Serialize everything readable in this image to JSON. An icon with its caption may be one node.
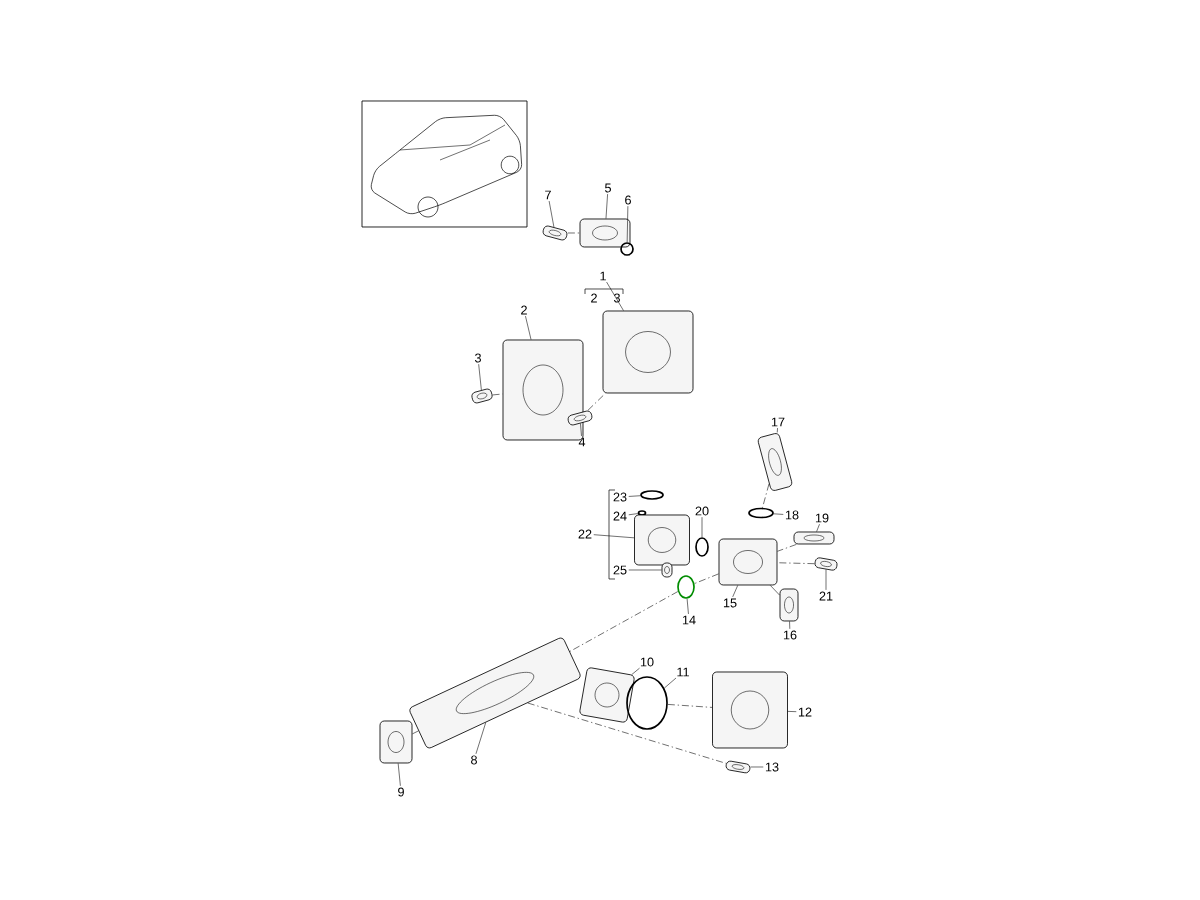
{
  "diagram": {
    "nodes": [
      {
        "text": [
          "7"
        ]
      },
      {
        "text": [],
        "shape": "picture"
      },
      {
        "text": [
          "5"
        ]
      },
      {
        "text": [],
        "shape": "picture"
      },
      {
        "text": [
          "6"
        ]
      },
      {
        "text": [],
        "shape": "circle"
      },
      {
        "text": [
          "1"
        ]
      },
      {
        "text": [],
        "shape": "picture"
      },
      {
        "text": [
          "2"
        ]
      },
      {
        "text": [],
        "shape": "picture"
      },
      {
        "text": [
          "3"
        ]
      },
      {
        "text": [],
        "shape": "picture"
      },
      {
        "text": [
          "4"
        ]
      },
      {
        "text": [],
        "shape": "picture"
      },
      {
        "text": [
          "17"
        ]
      },
      {
        "text": [],
        "shape": "picture"
      },
      {
        "text": [
          "23"
        ]
      },
      {
        "text": [],
        "shape": "circle"
      },
      {
        "text": [
          "24"
        ]
      },
      {
        "text": [],
        "shape": "circle"
      },
      {
        "text": [
          "22"
        ]
      },
      {
        "text": [],
        "shape": "picture"
      },
      {
        "text": [
          "20"
        ]
      },
      {
        "text": [],
        "shape": "circle"
      },
      {
        "text": [
          "18"
        ]
      },
      {
        "text": [],
        "shape": "circle"
      },
      {
        "text": [
          "19"
        ]
      },
      {
        "text": [],
        "shape": "picture"
      },
      {
        "text": [
          "25"
        ]
      },
      {
        "text": [],
        "shape": "picture"
      },
      {
        "text": [
          "21"
        ]
      },
      {
        "text": [],
        "shape": "picture"
      },
      {
        "text": [
          "14"
        ]
      },
      {
        "text": [],
        "shape": "circle"
      },
      {
        "text": [
          "15"
        ]
      },
      {
        "text": [],
        "shape": "picture"
      },
      {
        "text": [
          "16"
        ]
      },
      {
        "text": [],
        "shape": "picture"
      },
      {
        "text": [
          "10"
        ]
      },
      {
        "text": [],
        "shape": "picture"
      },
      {
        "text": [
          "11"
        ]
      },
      {
        "text": [],
        "shape": "circle"
      },
      {
        "text": [
          "12"
        ]
      },
      {
        "text": [],
        "shape": "picture"
      },
      {
        "text": [
          "13"
        ]
      },
      {
        "text": [],
        "shape": "picture"
      },
      {
        "text": [
          "8"
        ]
      },
      {
        "text": [],
        "shape": "picture"
      },
      {
        "text": [
          "9"
        ]
      },
      {
        "text": [],
        "shape": "picture"
      }
    ],
    "edges": [
      {
        "from": 0,
        "to": 1,
        "arrow": "none"
      },
      {
        "from": 2,
        "to": 3,
        "arrow": "none"
      },
      {
        "from": 4,
        "to": 5,
        "arrow": "none"
      },
      {
        "from": 6,
        "to": 7,
        "arrow": "none"
      },
      {
        "from": 8,
        "to": 9,
        "arrow": "none"
      },
      {
        "from": 10,
        "to": 11,
        "arrow": "none"
      },
      {
        "from": 12,
        "to": 13,
        "arrow": "none"
      },
      {
        "from": 14,
        "to": 15,
        "arrow": "none"
      },
      {
        "from": 16,
        "to": 17,
        "arrow": "none"
      },
      {
        "from": 18,
        "to": 19,
        "arrow": "none"
      },
      {
        "from": 20,
        "to": 21,
        "arrow": "none"
      },
      {
        "from": 22,
        "to": 23,
        "arrow": "none"
      },
      {
        "from": 24,
        "to": 25,
        "arrow": "none"
      },
      {
        "from": 26,
        "to": 27,
        "arrow": "none"
      },
      {
        "from": 28,
        "to": 29,
        "arrow": "none"
      },
      {
        "from": 30,
        "to": 31,
        "arrow": "none"
      },
      {
        "from": 32,
        "to": 33,
        "arrow": "none"
      },
      {
        "from": 34,
        "to": 35,
        "arrow": "none"
      },
      {
        "from": 36,
        "to": 37,
        "arrow": "none"
      },
      {
        "from": 38,
        "to": 39,
        "arrow": "none"
      },
      {
        "from": 40,
        "to": 41,
        "arrow": "none"
      },
      {
        "from": 42,
        "to": 43,
        "arrow": "none"
      },
      {
        "from": 44,
        "to": 45,
        "arrow": "none"
      },
      {
        "from": 46,
        "to": 47,
        "arrow": "none"
      },
      {
        "from": 48,
        "to": 49,
        "arrow": "none"
      },
      {
        "from": 1,
        "to": 3,
        "arrow": "none",
        "style": "dashed"
      },
      {
        "from": 11,
        "to": 9,
        "arrow": "none",
        "style": "dashed"
      },
      {
        "from": 13,
        "to": 7,
        "arrow": "none",
        "style": "dashed"
      },
      {
        "from": 15,
        "to": 25,
        "arrow": "none",
        "style": "dashed"
      },
      {
        "from": 27,
        "to": 35,
        "arrow": "none",
        "style": "dashed"
      },
      {
        "from": 31,
        "to": 35,
        "arrow": "none",
        "style": "dashed"
      },
      {
        "from": 35,
        "to": 37,
        "arrow": "none"
      },
      {
        "from": 35,
        "to": 33,
        "arrow": "none",
        "style": "dashed"
      },
      {
        "from": 33,
        "to": 47,
        "arrow": "none",
        "style": "dashed"
      },
      {
        "from": 41,
        "to": 43,
        "arrow": "none",
        "style": "dashed"
      },
      {
        "from": 47,
        "to": 45,
        "arrow": "none",
        "style": "dashed"
      },
      {
        "from": 49,
        "to": 47,
        "arrow": "none",
        "style": "dashed"
      }
    ],
    "labels": [
      "2",
      "3"
    ]
  }
}
